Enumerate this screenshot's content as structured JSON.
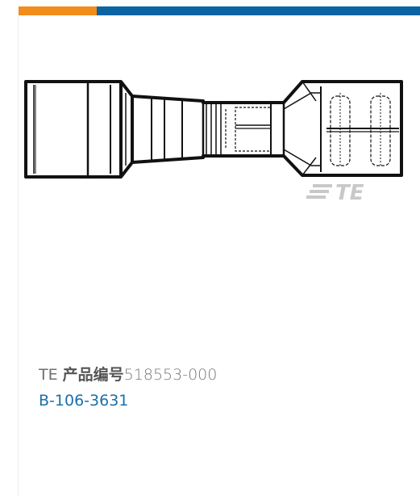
{
  "colors": {
    "accent_orange": "#f28c1b",
    "accent_blue": "#0a63a2",
    "link_blue": "#1b6fa8",
    "text_gray": "#6f6f6f",
    "logo_gray": "#c8c8c8"
  },
  "product": {
    "image_icon": "fully-insulated-female-disconnect-terminal",
    "logo_text": "TE",
    "brand": "TE",
    "number_label": "产品编号",
    "part_number": "518553-000",
    "alt_number": "B-106-3631"
  }
}
